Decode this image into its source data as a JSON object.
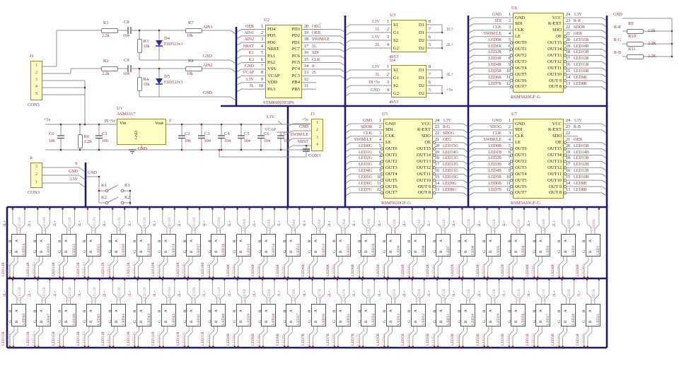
{
  "colors": {
    "ic_fill": "#ffffc4",
    "bus": "#1c1c6e",
    "label": "#8c3434",
    "diode": "#2424cc",
    "dot": "#8c2020"
  },
  "connectors": {
    "j1": {
      "ref": "J1",
      "type": "CON5",
      "pins": [
        "1",
        "2",
        "3",
        "4",
        "5"
      ]
    },
    "j3": {
      "ref": "J3",
      "type": "CON3",
      "pins": [
        "1",
        "2",
        "3",
        "4"
      ],
      "nets": [
        "+5v",
        "GND",
        "SWIM/LE",
        "NRST"
      ]
    },
    "ir": {
      "ref": "Ir",
      "type": "CON3",
      "pins": [
        "3",
        "2",
        "1"
      ],
      "nets": [
        "Ir",
        "GND",
        "3.3V"
      ]
    }
  },
  "switches": {
    "gnd": "GND",
    "items": [
      {
        "ref": "K1"
      },
      {
        "ref": "K2"
      }
    ]
  },
  "ain": [
    {
      "rs": "R1",
      "rsv": "2.2k",
      "c": "C8",
      "cv": "104",
      "rp": "R3",
      "rpv": "10k",
      "d": "D4",
      "dv": "ESD523v3",
      "ro": "R7",
      "rov": "10k",
      "net": "AIN1",
      "gnd": "GND"
    },
    {
      "rs": "R2",
      "rsv": "2.2k",
      "c": "C9",
      "cv": "104",
      "rp": "R4",
      "rpv": "10k",
      "d": "D5",
      "dv": "ESD523v3",
      "ro": "R8",
      "rov": "10k",
      "net": "AIN2",
      "gnd": "GND"
    }
  ],
  "u1": {
    "ref": "U1",
    "part": "ASM1117",
    "vin": "Vin",
    "vout": "Vout",
    "gnd": "GND",
    "pin2": "2",
    "in_net": "IN+5v",
    "gnd_sym": "GND"
  },
  "power": {
    "v5": "+5v",
    "v33": "3.3V",
    "vcap": "VCAP",
    "r0": "R0",
    "r0v": "2.2K",
    "caps": [
      {
        "ref": "C0",
        "val": "106"
      },
      {
        "ref": "C1",
        "val": "106"
      },
      {
        "ref": "C2",
        "val": "106"
      },
      {
        "ref": "C3",
        "val": "104"
      },
      {
        "ref": "C4",
        "val": "104"
      },
      {
        "ref": "C5",
        "val": "104"
      },
      {
        "ref": "C6",
        "val": "104"
      },
      {
        "ref": "C7",
        "val": "105"
      },
      {
        "ref": "C10",
        "val": "104"
      }
    ]
  },
  "rext": {
    "gnd": "GND",
    "rows": [
      {
        "net": "R-R",
        "ref": "R9",
        "val": "2.2k"
      },
      {
        "net": "R-G",
        "ref": "R10",
        "val": "2.2K"
      },
      {
        "net": "R-B",
        "ref": "R11",
        "val": "2.2K"
      }
    ]
  },
  "ics": {
    "u2": {
      "ref": "U2",
      "part": "STM8S003F3P6",
      "left": [
        [
          "OER",
          "1",
          "PD4"
        ],
        [
          "AIN1",
          "2",
          "PD5"
        ],
        [
          "AIN2",
          "3",
          "PD6"
        ],
        [
          "NRST",
          "4",
          "NRST"
        ],
        [
          "K1",
          "5",
          "PA1"
        ],
        [
          "K2",
          "6",
          "PA2"
        ],
        [
          "GND",
          "7",
          "VSS"
        ],
        [
          "VCAP",
          "8",
          "VCAP"
        ],
        [
          "3.3V",
          "9",
          "VDD"
        ],
        [
          "3L",
          "10",
          "PA3"
        ]
      ],
      "right": [
        [
          "OEG",
          "20",
          "PD3"
        ],
        [
          "OEB",
          "19",
          "PD2"
        ],
        [
          "SWIM/LE",
          "18",
          "PD1"
        ],
        [
          "1L",
          "17",
          "PC7"
        ],
        [
          "SDI",
          "16",
          "PC6"
        ],
        [
          "CLK",
          "15",
          "PC5"
        ],
        [
          "Ir",
          "14",
          "PC4"
        ],
        [
          "2L",
          "13",
          "PC3"
        ],
        [
          "",
          "12",
          "PB4"
        ],
        [
          "",
          "11",
          "PB5"
        ]
      ]
    },
    "u3": {
      "ref": "U3",
      "part": "4953",
      "left": [
        [
          "3.3V",
          "1",
          "S1"
        ],
        [
          "1L",
          "2",
          "G1"
        ],
        [
          "3.3V",
          "3",
          "S2"
        ],
        [
          "2L",
          "4",
          "G2"
        ]
      ],
      "right": [
        [
          "",
          "8",
          "D1"
        ],
        [
          "1L+",
          "7",
          "D1"
        ],
        [
          "",
          "6",
          "D2"
        ],
        [
          "2L+",
          "5",
          "D2"
        ]
      ]
    },
    "u4": {
      "ref": "U4",
      "part": "4953",
      "left": [
        [
          "3.3V",
          "1",
          "S1"
        ],
        [
          "3L",
          "2",
          "G1"
        ],
        [
          "IN+5v",
          "3",
          "S2"
        ],
        [
          "GND",
          "4",
          "G2"
        ]
      ],
      "right": [
        [
          "",
          "8",
          "D1"
        ],
        [
          "3L+",
          "7",
          "D1"
        ],
        [
          "",
          "6",
          "D2"
        ],
        [
          "+5v",
          "5",
          "D2"
        ]
      ]
    },
    "u5": {
      "ref": "U5",
      "part": "RSM5020GF-G",
      "left": [
        [
          "GND",
          "1",
          "GND"
        ],
        [
          "SDOR",
          "2",
          "SDI"
        ],
        [
          "CLK",
          "3",
          "CLK"
        ],
        [
          "SWIM/LE",
          "4",
          "LE"
        ],
        [
          "LED0G",
          "5",
          "OUT0"
        ],
        [
          "LED1G",
          "6",
          "OUT1"
        ],
        [
          "LED2G",
          "7",
          "OUT2"
        ],
        [
          "LED3G",
          "8",
          "OUT3"
        ],
        [
          "LED4G",
          "9",
          "OUT4"
        ],
        [
          "LED5G",
          "10",
          "OUT5"
        ],
        [
          "LED6G",
          "11",
          "OUT6"
        ],
        [
          "LED7G",
          "12",
          "OUT7"
        ]
      ],
      "right": [
        [
          "3.3V",
          "24",
          "VCC"
        ],
        [
          "R-G",
          "23",
          "R-EXT"
        ],
        [
          "SDOG",
          "22",
          "SDO"
        ],
        [
          "OEG",
          "21",
          "OE"
        ],
        [
          "LED15G",
          "20",
          "OUT15"
        ],
        [
          "LED14G",
          "19",
          "OUT14"
        ],
        [
          "LED13G",
          "18",
          "OUT13"
        ],
        [
          "LED12G",
          "17",
          "OUT12"
        ],
        [
          "LED11G",
          "16",
          "OUT11"
        ],
        [
          "LED10G",
          "15",
          "OUT10"
        ],
        [
          "LED9G",
          "14",
          "OUT 9"
        ],
        [
          "LED8G",
          "13",
          "OUT 8"
        ]
      ]
    },
    "u6": {
      "ref": "U6",
      "part": "RSM5020GF-G",
      "left": [
        [
          "GND",
          "1",
          "GND"
        ],
        [
          "SDI",
          "2",
          "SDI"
        ],
        [
          "CLK",
          "3",
          "CLK"
        ],
        [
          "SWIM/LE",
          "4",
          "LE"
        ],
        [
          "LED0R",
          "5",
          "OUT0"
        ],
        [
          "LED1R",
          "6",
          "OUT1"
        ],
        [
          "LED2R",
          "7",
          "OUT2"
        ],
        [
          "LED3R",
          "8",
          "OUT3"
        ],
        [
          "LED4R",
          "9",
          "OUT4"
        ],
        [
          "LED5R",
          "10",
          "OUT5"
        ],
        [
          "LED6R",
          "11",
          "OUT6"
        ],
        [
          "LED7R",
          "12",
          "OUT7"
        ]
      ],
      "right": [
        [
          "3.3V",
          "24",
          "VCC"
        ],
        [
          "R-R",
          "23",
          "R-EXT"
        ],
        [
          "SDOR",
          "22",
          "SDO"
        ],
        [
          "OER",
          "21",
          "OE"
        ],
        [
          "LED15R",
          "20",
          "OUT15"
        ],
        [
          "LED14R",
          "19",
          "OUT14"
        ],
        [
          "LED13R",
          "18",
          "OUT13"
        ],
        [
          "LED12R",
          "17",
          "OUT12"
        ],
        [
          "LED11R",
          "16",
          "OUT11"
        ],
        [
          "LED10R",
          "15",
          "OUT10"
        ],
        [
          "LED9R",
          "14",
          "OUT 9"
        ],
        [
          "LED8R",
          "13",
          "OUT 8"
        ]
      ]
    },
    "u7": {
      "ref": "U7",
      "part": "RSM5020GF-G",
      "left": [
        [
          "GND",
          "1",
          "GND"
        ],
        [
          "SDOG",
          "2",
          "SDI"
        ],
        [
          "CLK",
          "3",
          "CLK"
        ],
        [
          "SWIM/LE",
          "4",
          "LE"
        ],
        [
          "LED0B",
          "5",
          "OUT0"
        ],
        [
          "LED1B",
          "6",
          "OUT1"
        ],
        [
          "LED2B",
          "7",
          "OUT2"
        ],
        [
          "LED3B",
          "8",
          "OUT3"
        ],
        [
          "LED4B",
          "9",
          "OUT4"
        ],
        [
          "LED5B",
          "10",
          "OUT5"
        ],
        [
          "LED6B",
          "11",
          "OUT6"
        ],
        [
          "LED7B",
          "12",
          "OUT7"
        ]
      ],
      "right": [
        [
          "3.3V",
          "24",
          "VCC"
        ],
        [
          "R-B",
          "23",
          "R-EXT"
        ],
        [
          "",
          "22",
          "SDO"
        ],
        [
          "OEB",
          "21",
          "OE"
        ],
        [
          "LED15B",
          "20",
          "OUT15"
        ],
        [
          "LED14B",
          "19",
          "OUT14"
        ],
        [
          "LED13B",
          "18",
          "OUT13"
        ],
        [
          "LED12B",
          "17",
          "OUT12"
        ],
        [
          "LED11B",
          "16",
          "OUT11"
        ],
        [
          "LED10B",
          "15",
          "OUT10"
        ],
        [
          "LED9B",
          "14",
          "OUT 9"
        ],
        [
          "LED8B",
          "13",
          "OUT 8"
        ]
      ]
    }
  },
  "led_array": {
    "pin_letters": {
      "a": "A",
      "b": "B",
      "r": "R",
      "g": "G"
    },
    "rows": [
      {
        "cells": [
          {
            "ref": "LED24",
            "rail": "3L+",
            "b": "LED14B",
            "r": "LED14R",
            "g": "LED14G"
          },
          {
            "ref": "LED23",
            "rail": "2L+",
            "b": "LED14B",
            "r": "LED14R",
            "g": "LED14G"
          },
          {
            "ref": "LED22",
            "rail": "1L+",
            "b": "LED14B",
            "r": "LED14R",
            "g": "LED14G"
          },
          {
            "ref": "LED21",
            "rail": "3L+",
            "b": "LED12B",
            "r": "LED12R",
            "g": "LED12G"
          },
          {
            "ref": "LED20",
            "rail": "2L+",
            "b": "LED12B",
            "r": "LED12R",
            "g": "LED12G"
          },
          {
            "ref": "LED19",
            "rail": "1L+",
            "b": "LED12B",
            "r": "LED12R",
            "g": "LED12G"
          },
          {
            "ref": "LED18",
            "rail": "3L+",
            "b": "LED10B",
            "r": "LED10R",
            "g": "LED10G"
          },
          {
            "ref": "LED17",
            "rail": "2L+",
            "b": "LED10B",
            "r": "LED10R",
            "g": "LED10G"
          },
          {
            "ref": "LED16",
            "rail": "1L+",
            "b": "LED10B",
            "r": "LED10R",
            "g": "LED10G"
          },
          {
            "ref": "LED15",
            "rail": "3L+",
            "b": "LED8B",
            "r": "LED8R",
            "g": "LED8G"
          },
          {
            "ref": "LED14",
            "rail": "2L+",
            "b": "LED8B",
            "r": "LED8R",
            "g": "LED8G"
          },
          {
            "ref": "LED13",
            "rail": "1L+",
            "b": "LED8B",
            "r": "LED8R",
            "g": "LED8G"
          },
          {
            "ref": "LED12",
            "rail": "3L+",
            "b": "LED6B",
            "r": "LED6R",
            "g": "LED6G"
          },
          {
            "ref": "LED11",
            "rail": "2L+",
            "b": "LED6B",
            "r": "LED6R",
            "g": "LED6G"
          },
          {
            "ref": "LED10",
            "rail": "1L+",
            "b": "LED6B",
            "r": "LED6R",
            "g": "LED6G"
          },
          {
            "ref": "LED9",
            "rail": "3L+",
            "b": "LED4B",
            "r": "LED4R",
            "g": "LED4G"
          },
          {
            "ref": "LED8",
            "rail": "2L+",
            "b": "LED4B",
            "r": "LED4R",
            "g": "LED4G"
          },
          {
            "ref": "LED7",
            "rail": "1L+",
            "b": "LED4B",
            "r": "LED4R",
            "g": "LED4G"
          },
          {
            "ref": "LED6",
            "rail": "3L+",
            "b": "LED2B",
            "r": "LED2R",
            "g": "LED2G"
          },
          {
            "ref": "LED5",
            "rail": "2L+",
            "b": "LED2B",
            "r": "LED2R",
            "g": "LED2G"
          },
          {
            "ref": "LED4",
            "rail": "1L+",
            "b": "LED2B",
            "r": "LED2R",
            "g": "LED2G"
          },
          {
            "ref": "LED3",
            "rail": "3L+",
            "b": "LED0B",
            "r": "LED0R",
            "g": "LED0G"
          },
          {
            "ref": "LED2",
            "rail": "2L+",
            "b": "LED0B",
            "r": "LED0R",
            "g": "LED0G"
          },
          {
            "ref": "LED1",
            "rail": "1L+",
            "b": "LED0B",
            "r": "LED0R",
            "g": "LED0G"
          }
        ]
      },
      {
        "cells": [
          {
            "ref": "LED48",
            "rail": "3L+",
            "b": "LED15B",
            "r": "LED15R",
            "g": "LED15G"
          },
          {
            "ref": "LED47",
            "rail": "2L+",
            "b": "LED15B",
            "r": "LED15R",
            "g": "LED15G"
          },
          {
            "ref": "LED46",
            "rail": "1L+",
            "b": "LED15B",
            "r": "LED15R",
            "g": "LED15G"
          },
          {
            "ref": "LED45",
            "rail": "3L+",
            "b": "LED13B",
            "r": "LED13R",
            "g": "LED13G"
          },
          {
            "ref": "LED44",
            "rail": "2L+",
            "b": "LED13B",
            "r": "LED13R",
            "g": "LED13G"
          },
          {
            "ref": "LED43",
            "rail": "1L+",
            "b": "LED13B",
            "r": "LED13R",
            "g": "LED13G"
          },
          {
            "ref": "LED42",
            "rail": "3L+",
            "b": "LED11B",
            "r": "LED11R",
            "g": "LED11G"
          },
          {
            "ref": "LED41",
            "rail": "2L+",
            "b": "LED11B",
            "r": "LED11R",
            "g": "LED11G"
          },
          {
            "ref": "LED40",
            "rail": "1L+",
            "b": "LED11B",
            "r": "LED11R",
            "g": "LED11G"
          },
          {
            "ref": "LED39",
            "rail": "3L+",
            "b": "LED9B",
            "r": "LED9R",
            "g": "LED9G"
          },
          {
            "ref": "LED38",
            "rail": "2L+",
            "b": "LED9B",
            "r": "LED9R",
            "g": "LED9G"
          },
          {
            "ref": "LED37",
            "rail": "1L+",
            "b": "LED9B",
            "r": "LED9R",
            "g": "LED9G"
          },
          {
            "ref": "LED36",
            "rail": "3L+",
            "b": "LED7B",
            "r": "LED7R",
            "g": "LED7G"
          },
          {
            "ref": "LED35",
            "rail": "2L+",
            "b": "LED7B",
            "r": "LED7R",
            "g": "LED7G"
          },
          {
            "ref": "LED34",
            "rail": "1L+",
            "b": "LED7B",
            "r": "LED7R",
            "g": "LED7G"
          },
          {
            "ref": "LED33",
            "rail": "3L+",
            "b": "LED5B",
            "r": "LED5R",
            "g": "LED5G"
          },
          {
            "ref": "LED32",
            "rail": "2L+",
            "b": "LED5B",
            "r": "LED5R",
            "g": "LED5G"
          },
          {
            "ref": "LED31",
            "rail": "1L+",
            "b": "LED5B",
            "r": "LED5R",
            "g": "LED5G"
          },
          {
            "ref": "LED30",
            "rail": "3L+",
            "b": "LED3B",
            "r": "LED3R",
            "g": "LED3G"
          },
          {
            "ref": "LED29",
            "rail": "2L+",
            "b": "LED3B",
            "r": "LED3R",
            "g": "LED3G"
          },
          {
            "ref": "LED28",
            "rail": "1L+",
            "b": "LED3B",
            "r": "LED3R",
            "g": "LED3G"
          },
          {
            "ref": "LED27",
            "rail": "3L+",
            "b": "LED1B",
            "r": "LED1R",
            "g": "LED1G"
          },
          {
            "ref": "LED26",
            "rail": "2L+",
            "b": "LED1B",
            "r": "LED1R",
            "g": "LED1G"
          },
          {
            "ref": "LED25",
            "rail": "1L+",
            "b": "LED1B",
            "r": "LED1R",
            "g": "LED1G"
          }
        ]
      }
    ]
  }
}
